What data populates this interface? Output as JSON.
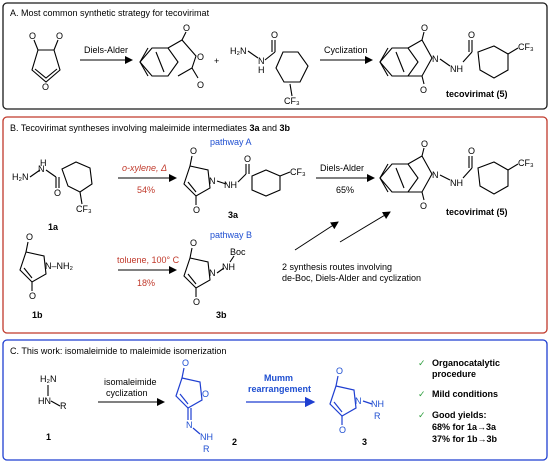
{
  "panel_a": {
    "title": "A. Most common synthetic strategy for tecovirimat",
    "arrow1_label": "Diels-Alder",
    "arrow2_label": "Cyclization",
    "plus": "+",
    "product": "tecovirimat (5)",
    "atoms": {
      "o": "O",
      "h2n": "H₂N",
      "nh_left": "N",
      "h": "H",
      "n": "N",
      "nh": "NH",
      "cf3": "CF₃"
    }
  },
  "panel_b": {
    "title_prefix": "B. Tecovirimat syntheses involving maleimide intermediates ",
    "title_3a": "3a",
    "title_and": " and ",
    "title_3b": "3b",
    "pathway_a": "pathway A",
    "pathway_b": "pathway B",
    "cond_a": "o-xylene, Δ",
    "yield_a": "54%",
    "cond_b": "toluene, 100° C",
    "yield_b": "18%",
    "da_label": "Diels-Alder",
    "da_yield": "65%",
    "routes_line1": "2 synthesis routes involving",
    "routes_line2": "de-Boc, Diels-Alder and cyclization",
    "lbl_1a": "1a",
    "lbl_3a": "3a",
    "lbl_1b": "1b",
    "lbl_3b": "3b",
    "product": "tecovirimat (5)",
    "atoms": {
      "h2n": "H₂N",
      "o": "O",
      "n": "N",
      "nh": "NH",
      "nnh2": "N–NH₂",
      "boc": "Boc",
      "cf3": "CF₃",
      "h": "H"
    }
  },
  "panel_c": {
    "title": "C. This work: isomaleimide to maleimide isomerization",
    "iso_line1": "isomaleimide",
    "iso_line2": "cyclization",
    "mumm_line1": "Mumm",
    "mumm_line2": "rearrangement",
    "lbl_1": "1",
    "lbl_2": "2",
    "lbl_3": "3",
    "check": "✓",
    "bullet1_line1": "Organocatalytic",
    "bullet1_line2": "procedure",
    "bullet2": "Mild conditions",
    "bullet3_line1": "Good yields:",
    "bullet3_line2": "68% for 1a→3a",
    "bullet3_line3": "37% for 1b→3b",
    "atoms": {
      "h2n": "H₂N",
      "hn": "HN",
      "r": "R",
      "o": "O",
      "n": "N",
      "nh": "NH",
      "h": "H"
    }
  },
  "colors": {
    "panel_a_border": "#1a1a1a",
    "panel_b_border": "#c0392b",
    "panel_c_border": "#1f3fd1",
    "red_text": "#c0392b",
    "blue_text": "#1f4fd1",
    "green_check": "#2e9e3e"
  }
}
